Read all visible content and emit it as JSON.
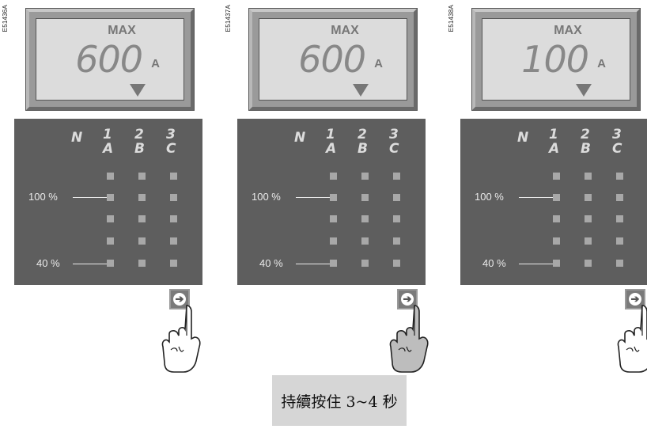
{
  "panels": [
    {
      "code": "E51436A",
      "label": "MAX",
      "value": "600",
      "unit": "A"
    },
    {
      "code": "E51437A",
      "label": "MAX",
      "value": "600",
      "unit": "A"
    },
    {
      "code": "E51438A",
      "label": "MAX",
      "value": "100",
      "unit": "A"
    }
  ],
  "phases": {
    "n": "N",
    "p1": {
      "num": "1",
      "letter": "A"
    },
    "p2": {
      "num": "2",
      "letter": "B"
    },
    "p3": {
      "num": "3",
      "letter": "C"
    }
  },
  "scale": {
    "high": "100 %",
    "low": "40 %",
    "high_c": "100 %",
    "low_c": "40 %"
  },
  "button": {
    "icon": "arrow-right-icon",
    "glyph": "➔"
  },
  "caption": "持續按住 3~4 秒"
}
